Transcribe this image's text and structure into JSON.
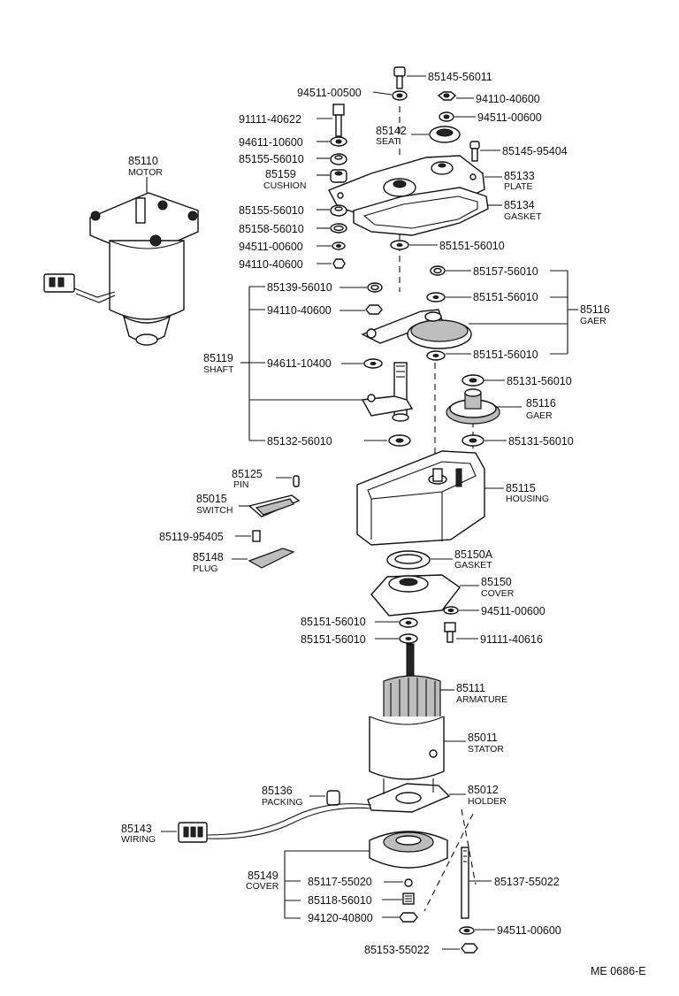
{
  "diagram_code": "ME  0686-E",
  "parts": {
    "p85145_56011": "85145-56011",
    "p94511_00500": "94511-00500",
    "p94110_40600_top": "94110-40600",
    "p94511_00600_top": "94511-00600",
    "p91111_40622": "91111-40622",
    "p85142": "85142",
    "n85142": "SEAT",
    "p94611_10600": "94611-10600",
    "p85145_95404": "85145-95404",
    "p85155_56010_a": "85155-56010",
    "p85159": "85159",
    "n85159": "CUSHION",
    "p85133": "85133",
    "n85133": "PLATE",
    "p85110": "85110",
    "n85110": "MOTOR",
    "p85134": "85134",
    "n85134": "GASKET",
    "p85155_56010_b": "85155-56010",
    "p85158_56010": "85158-56010",
    "p94511_00600_mid": "94511-00600",
    "p85151_56010_top": "85151-56010",
    "p94110_40600_mid": "94110-40600",
    "p85157_56010": "85157-56010",
    "p85139_56010": "85139-56010",
    "p85151_56010_g1": "85151-56010",
    "p94110_40600_sh": "94110-40600",
    "p85116_a": "85116",
    "n85116_a": "GAER",
    "p85119": "85119",
    "n85119": "SHAFT",
    "p94611_10400": "94611-10400",
    "p85151_56010_g2": "85151-56010",
    "p85131_56010_a": "85131-56010",
    "p85116_b": "85116",
    "n85116_b": "GAER",
    "p85132_56010": "85132-56010",
    "p85131_56010_b": "85131-56010",
    "p85125": "85125",
    "n85125": "PIN",
    "p85015": "85015",
    "n85015": "SWITCH",
    "p85115": "85115",
    "n85115": "HOUSING",
    "p85119_95405": "85119-95405",
    "p85148": "85148",
    "n85148": "PLUG",
    "p85150A": "85150A",
    "n85150A": "GASKET",
    "p85150": "85150",
    "n85150": "COVER",
    "p94511_00600_cov": "94511-00600",
    "p85151_56010_c1": "85151-56010",
    "p85151_56010_c2": "85151-56010",
    "p91111_40616": "91111-40616",
    "p85111": "85111",
    "n85111": "ARMATURE",
    "p85011": "85011",
    "n85011": "STATOR",
    "p85136": "85136",
    "n85136": "PACKING",
    "p85012": "85012",
    "n85012": "HOLDER",
    "p85143": "85143",
    "n85143": "WIRING",
    "p85149": "85149",
    "n85149": "COVER",
    "p85117_55020": "85117-55020",
    "p85137_55022": "85137-55022",
    "p85118_56010": "85118-56010",
    "p94120_40800": "94120-40800",
    "p94511_00600_bot": "94511-00600",
    "p85153_55022": "85153-55022"
  }
}
